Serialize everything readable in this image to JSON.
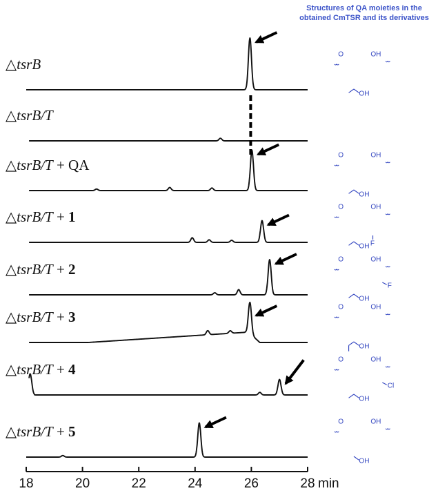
{
  "chart_data": {
    "type": "line",
    "xlabel": "min",
    "xlim": [
      18,
      28
    ],
    "xticks": [
      18,
      20,
      22,
      24,
      26,
      28
    ],
    "annotation_title": [
      "Structures of QA moieties in the",
      "obtained CmTSR and its derivatives"
    ],
    "dashed_reference_x": 26.0,
    "series": [
      {
        "label": {
          "pre": "△",
          "it": "tsrB",
          "plus": "",
          "bold": ""
        },
        "peak_x": 25.95,
        "peak_height": 1.0,
        "arrow": true,
        "structure": {
          "substituents": []
        }
      },
      {
        "label": {
          "pre": "△",
          "it": "tsrB/T",
          "plus": "",
          "bold": ""
        },
        "peak_x": null,
        "peak_height": 0,
        "arrow": false,
        "structure": null
      },
      {
        "label": {
          "pre": "△",
          "it": "tsrB/T",
          "plus": " + QA",
          "bold": ""
        },
        "peak_x": 26.02,
        "peak_height": 0.78,
        "arrow": true,
        "structure": {
          "substituents": []
        }
      },
      {
        "label": {
          "pre": "△",
          "it": "tsrB/T",
          "plus": " + ",
          "bold": "1"
        },
        "peak_x": 26.38,
        "peak_height": 0.42,
        "arrow": true,
        "structure": {
          "substituents": [
            "F-5"
          ]
        }
      },
      {
        "label": {
          "pre": "△",
          "it": "tsrB/T",
          "plus": " + ",
          "bold": "2"
        },
        "peak_x": 26.65,
        "peak_height": 0.68,
        "arrow": true,
        "structure": {
          "substituents": [
            "F-6"
          ]
        }
      },
      {
        "label": {
          "pre": "△",
          "it": "tsrB/T",
          "plus": " + ",
          "bold": "3"
        },
        "peak_x": 25.95,
        "peak_height": 0.6,
        "arrow": true,
        "structure": {
          "substituents": [
            "ethyl"
          ]
        }
      },
      {
        "label": {
          "pre": "△",
          "it": "tsrB/T",
          "plus": " + ",
          "bold": "4"
        },
        "peak_x": 27.0,
        "peak_height": 0.3,
        "arrow": true,
        "structure": {
          "substituents": [
            "Cl-6"
          ]
        }
      },
      {
        "label": {
          "pre": "△",
          "it": "tsrB/T",
          "plus": " + ",
          "bold": "5"
        },
        "peak_x": 24.15,
        "peak_height": 0.66,
        "arrow": true,
        "structure": {
          "substituents": [
            "hydroxymethyl"
          ]
        }
      }
    ]
  },
  "atom_labels": {
    "O": "O",
    "OH": "OH",
    "F": "F",
    "Cl": "Cl"
  }
}
